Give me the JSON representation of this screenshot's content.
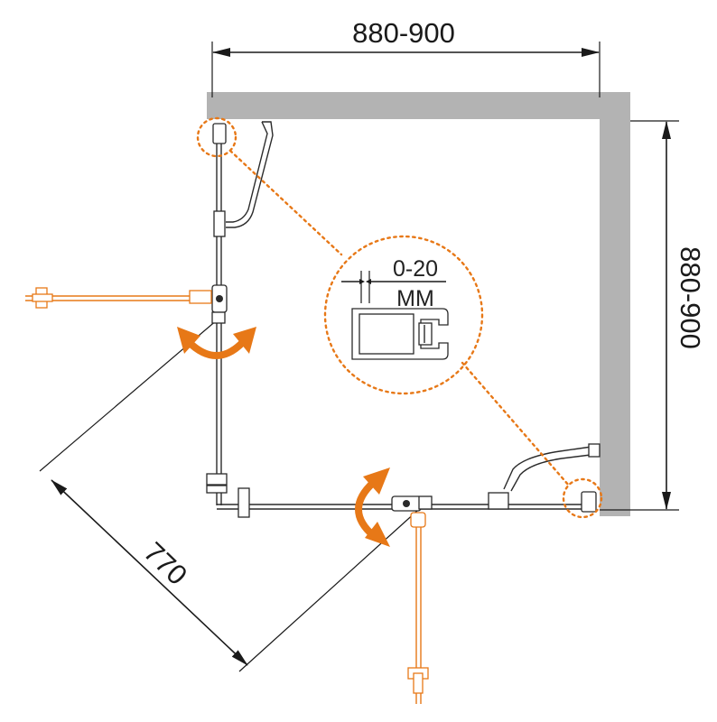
{
  "dimensions": {
    "top_width": "880-900",
    "right_depth": "880-900",
    "door_diagonal": "770"
  },
  "detail": {
    "adjustment_range": "0-20",
    "adjustment_unit": "MM"
  },
  "colors": {
    "wall": "#b3b3b3",
    "accent": "#e77817",
    "line": "#1a1a1a"
  },
  "icons": {
    "rotate_arrow": "curved-double-arrow-icon"
  }
}
